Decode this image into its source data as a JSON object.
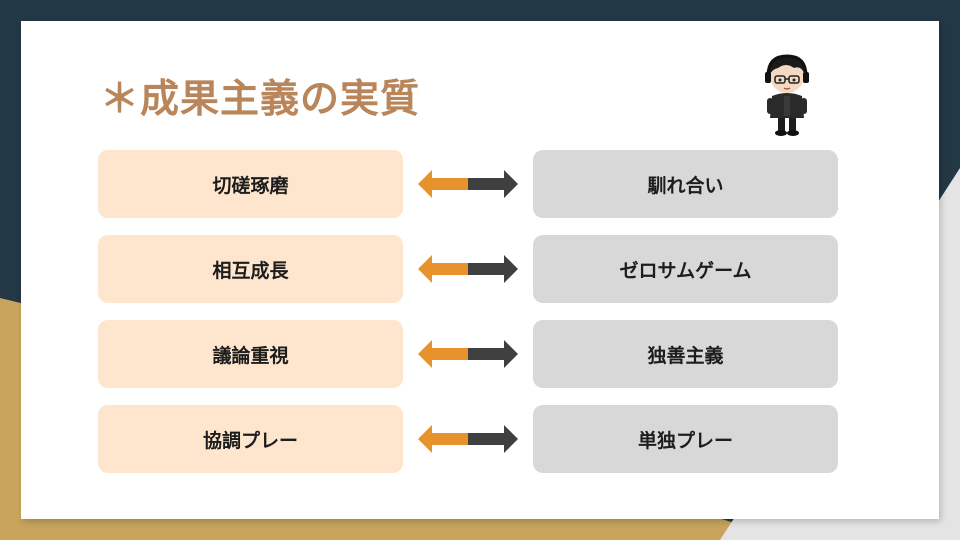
{
  "title": "＊成果主義の実質",
  "colors": {
    "page_background": "#233845",
    "accent_gold": "#c8a45c",
    "light_gray": "#e4e4e4",
    "title_color": "#b9855a",
    "left_box": "#fde6cd",
    "right_box": "#d8d8d8",
    "arrow_orange": "#e8922e",
    "arrow_dark": "#3f3f3f"
  },
  "illustration": "chibi-character-with-headphones-and-glasses",
  "rows": [
    {
      "left": "切磋琢磨",
      "right": "馴れ合い"
    },
    {
      "left": "相互成長",
      "right": "ゼロサムゲーム"
    },
    {
      "left": "議論重視",
      "right": "独善主義"
    },
    {
      "left": "協調プレー",
      "right": "単独プレー"
    }
  ]
}
